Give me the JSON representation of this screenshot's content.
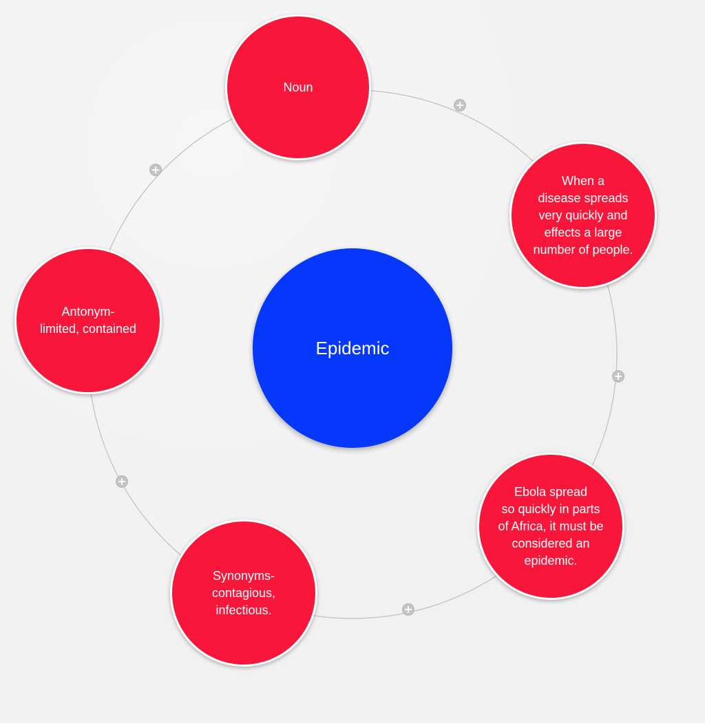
{
  "diagram": {
    "center": {
      "label": "Epidemic",
      "color": "#0638fb"
    },
    "nodes": [
      {
        "id": "noun",
        "label": "Noun",
        "color": "#f8173a"
      },
      {
        "id": "definition",
        "label": "When a\ndisease spreads\nvery quickly and\neffects a large\nnumber of people.",
        "color": "#f8173a"
      },
      {
        "id": "example",
        "label": "Ebola spread\nso quickly in parts\nof Africa, it must be\nconsidered an\nepidemic.",
        "color": "#f8173a"
      },
      {
        "id": "synonyms",
        "label": "Synonyms-\ncontagious,\ninfectious.",
        "color": "#f8173a"
      },
      {
        "id": "antonym",
        "label": "Antonym-\nlimited, contained",
        "color": "#f8173a"
      }
    ],
    "ring_color": "#c8c8c8",
    "add_button_icon": "plus-circle-icon"
  }
}
